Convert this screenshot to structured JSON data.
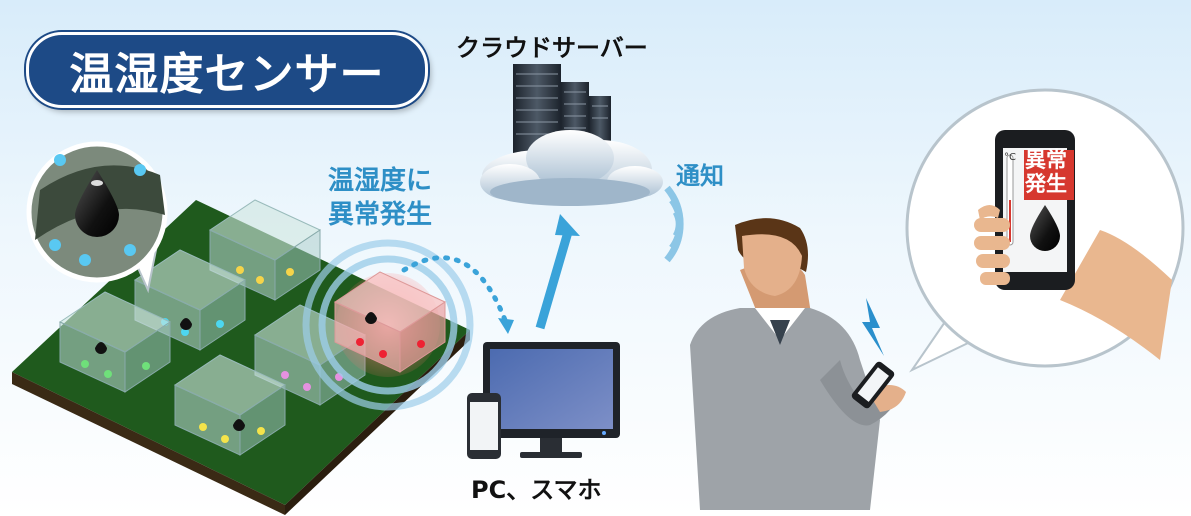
{
  "title": "温湿度センサー",
  "labels": {
    "cloud_server": "クラウドサーバー",
    "alert_line1": "温湿度に",
    "alert_line2": "異常発生",
    "notification": "通知",
    "devices": "PC、スマホ"
  },
  "phone_screen": {
    "alert_line1": "異常",
    "alert_line2": "発生",
    "unit": "°C"
  },
  "colors": {
    "title_background": "#1d4a86",
    "accent_blue": "#2e8fc6",
    "alert_red": "#d6382f",
    "field_green": "#1f5a1d"
  },
  "icons": [
    "server-rack-icon",
    "cloud-icon",
    "greenhouse-icon",
    "humidity-sensor-icon",
    "pc-monitor-icon",
    "smartphone-icon",
    "wireless-signal-icon",
    "lightning-icon",
    "person-icon"
  ]
}
